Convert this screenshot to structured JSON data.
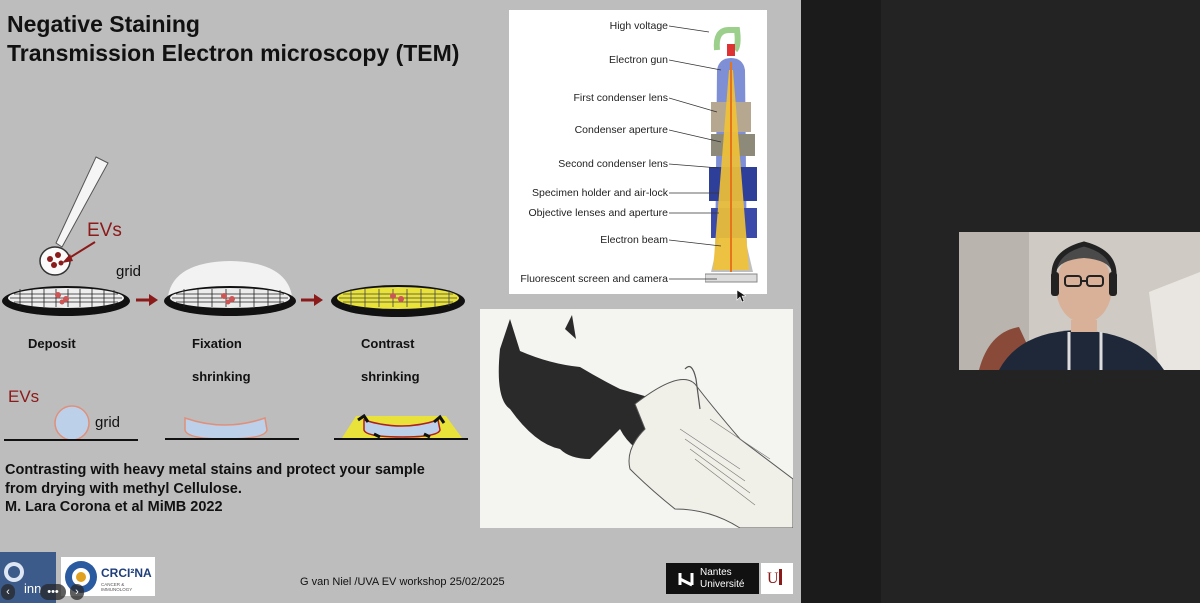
{
  "slide": {
    "title_line1": "Negative Staining",
    "title_line2": "Transmission Electron microscopy (TEM)",
    "evs_top": "EVs",
    "grid_top": "grid",
    "step_deposit": "Deposit",
    "step_fixation": "Fixation",
    "step_fixation_sub": "shrinking",
    "step_contrast": "Contrast",
    "step_contrast_sub": "shrinking",
    "evs_bottom": "EVs",
    "grid_bottom": "grid",
    "caption_line1": "Contrasting with heavy metal stains and protect your sample",
    "caption_line2": "from drying with methyl Cellulose.",
    "caption_line3": "M. Lara Corona et al MiMB 2022",
    "footer": "G van Niel /UVA EV workshop 25/02/2025"
  },
  "tem_diagram": {
    "labels": [
      "High voltage",
      "Electron gun",
      "First condenser lens",
      "Condenser aperture",
      "Second condenser lens",
      "Specimen holder and air-lock",
      "Objective lenses and aperture",
      "Electron beam",
      "Fluorescent screen and camera"
    ]
  },
  "logos": {
    "crci_text": "CRCI²NA",
    "crci_sub": "CANCER & IMMUNOLOGY",
    "nantes_line1": "Nantes",
    "nantes_line2": "Université",
    "left_logo_text": "inn"
  },
  "controls": {
    "prev": "‹",
    "more": "•••",
    "next": "›"
  },
  "colors": {
    "slide_bg": "#bdbdbd",
    "accent_red": "#8b1a1a",
    "contrast_yellow": "#e8e23a"
  }
}
